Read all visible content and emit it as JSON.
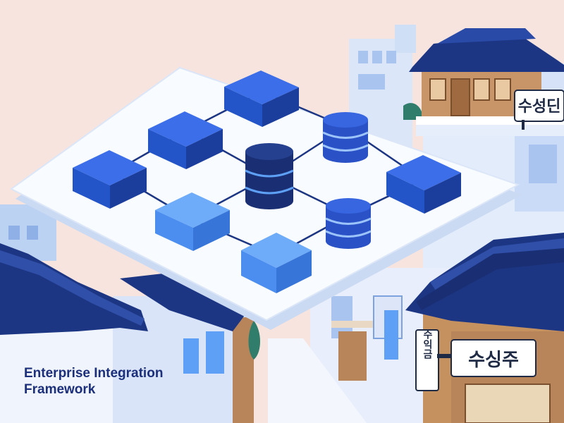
{
  "caption": {
    "line1": "Enterprise Integration",
    "line2": "Framework"
  },
  "signs": {
    "top_right": "수성딘",
    "vertical": "수익금",
    "bottom_right": "수싱주"
  },
  "colors": {
    "background": "#f7e4de",
    "platform": "#f8fbff",
    "navy": "#1d3683",
    "royal_blue": "#2f5fe0",
    "sky_blue": "#5ea0f5",
    "pale_blue": "#c8daf5",
    "wood": "#b8845a"
  },
  "icons": {
    "network_nodes": "cube",
    "data_nodes": "database-cylinder"
  }
}
